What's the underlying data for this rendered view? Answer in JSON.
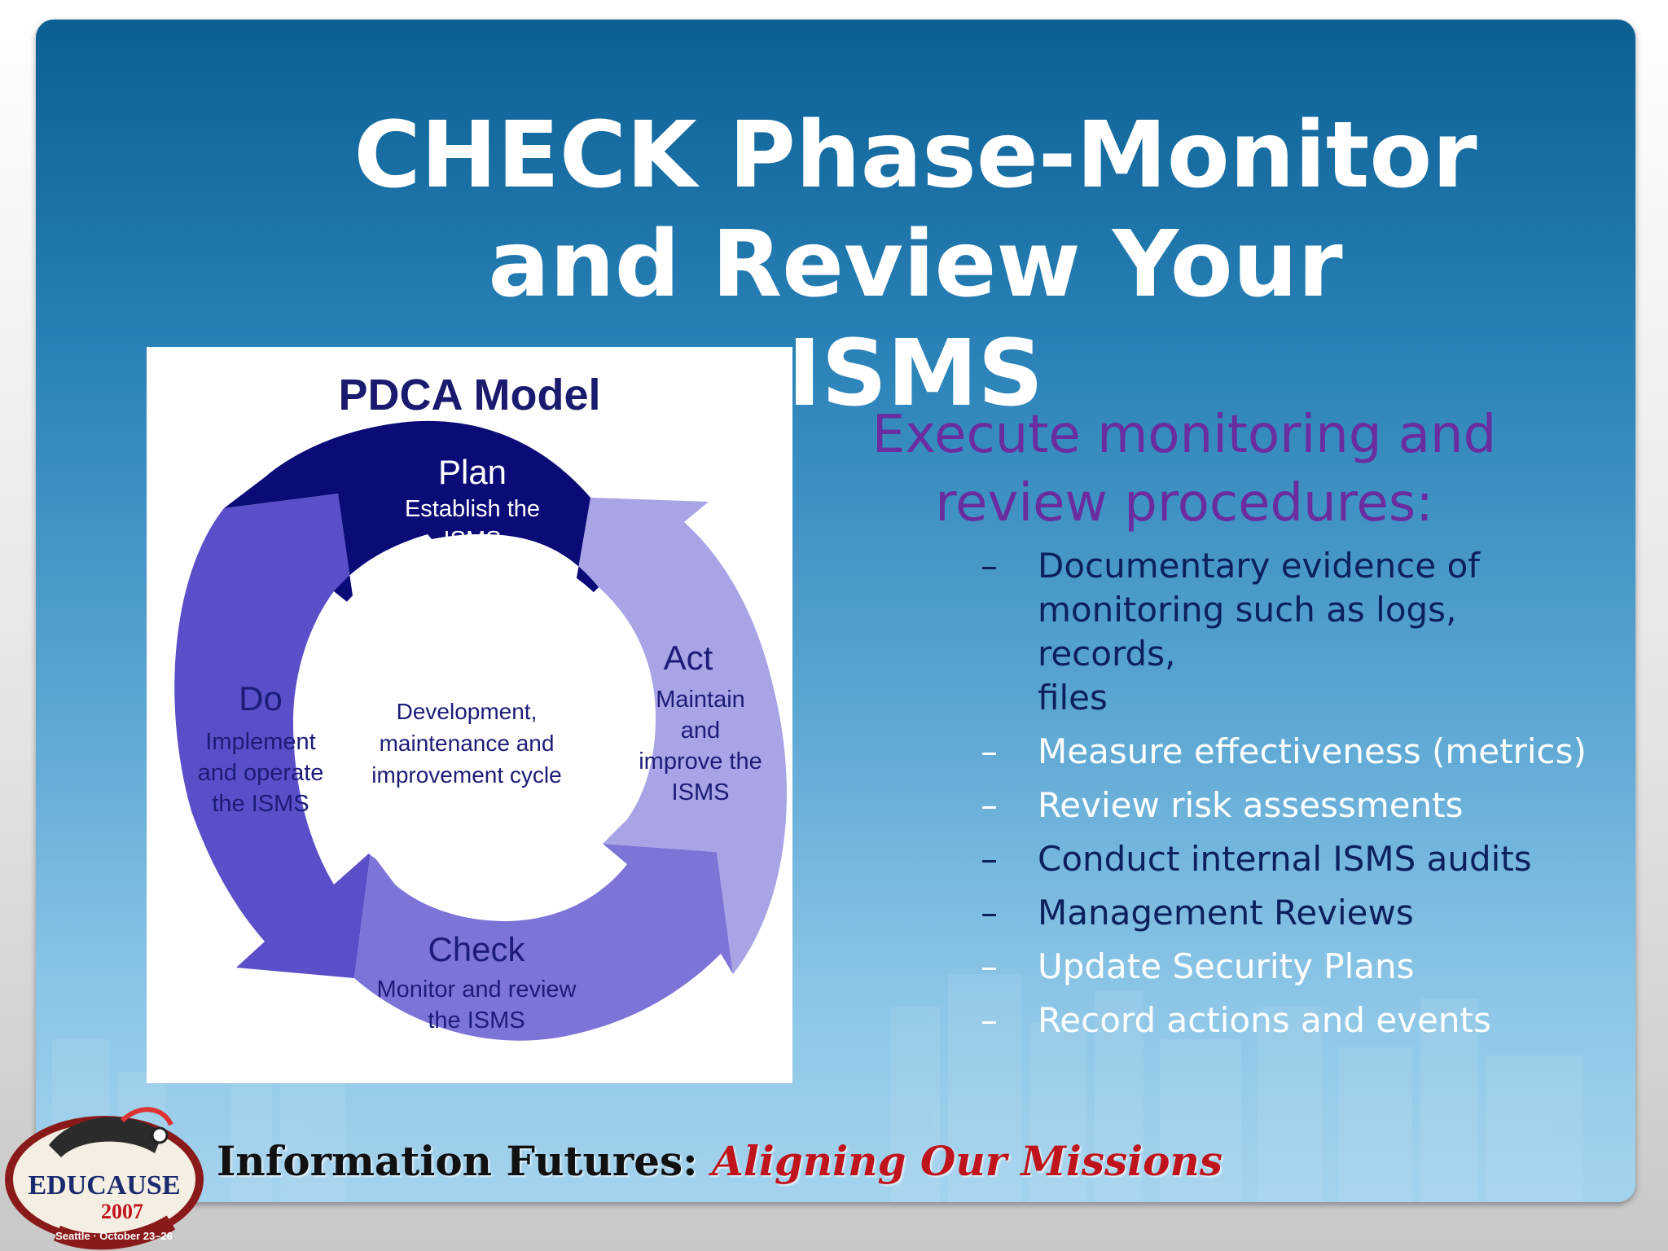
{
  "slide": {
    "title_line1": "CHECK Phase-Monitor",
    "title_line2": "and Review Your ISMS"
  },
  "diagram": {
    "title": "PDCA Model",
    "plan": {
      "head": "Plan",
      "sub1": "Establish the",
      "sub2": "ISMS"
    },
    "do": {
      "head": "Do",
      "sub1": "Implement",
      "sub2": "and operate",
      "sub3": "the ISMS"
    },
    "check": {
      "head": "Check",
      "sub1": "Monitor and review",
      "sub2": "the ISMS"
    },
    "act": {
      "head": "Act",
      "sub1": "Maintain",
      "sub2": "and",
      "sub3": "improve the",
      "sub4": "ISMS"
    },
    "center": {
      "line1": "Development,",
      "line2": "maintenance and",
      "line3": "improvement cycle"
    },
    "colors": {
      "plan": "#0b0b78",
      "do": "#5a4fc8",
      "check": "#7d74d8",
      "act": "#a8a4e6"
    }
  },
  "content": {
    "heading_line1": "Execute monitoring and",
    "heading_line2": "review procedures:",
    "dash": "–",
    "bullets": [
      {
        "line1": "Documentary evidence  of",
        "line2": "monitoring such as logs, records,",
        "line3": "files"
      },
      {
        "text": "Measure effectiveness (metrics)"
      },
      {
        "text": "Review risk assessments"
      },
      {
        "text": "Conduct  internal ISMS audits"
      },
      {
        "text": "Management Reviews"
      },
      {
        "text": "Update Security Plans"
      },
      {
        "text": "Record actions and events"
      }
    ]
  },
  "footer": {
    "logo_name": "EDUCAUSE",
    "logo_year": "2007",
    "logo_caption": "Seattle · October 23–26",
    "text_left": "Information Futures: ",
    "text_right": "Aligning Our Missions"
  }
}
